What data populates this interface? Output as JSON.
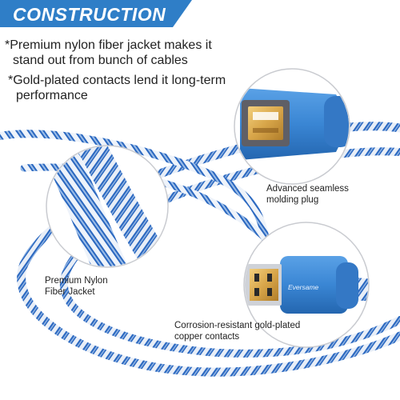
{
  "banner": {
    "title": "CONSTRUCTION"
  },
  "bullets": [
    {
      "line1": "*Premium nylon fiber jacket makes it",
      "line2": "stand out from bunch of cables"
    },
    {
      "line1": "*Gold-plated contacts lend it long-term",
      "line2": "performance"
    }
  ],
  "callouts": {
    "molding": {
      "line1": "Advanced seamless",
      "line2": "molding plug"
    },
    "jacket": {
      "line1": "Premium Nylon",
      "line2": "Fiber Jacket"
    },
    "contacts": {
      "line1": "Corrosion-resistant gold-plated",
      "line2": "copper contacts"
    }
  },
  "plug_brand": "Eversame",
  "colors": {
    "accent": "#2f7ec7",
    "cable_blue": "#2b68c0",
    "cable_white": "#e8eef7",
    "plug_blue": "#3a86d4",
    "gold": "#d8a64a"
  }
}
